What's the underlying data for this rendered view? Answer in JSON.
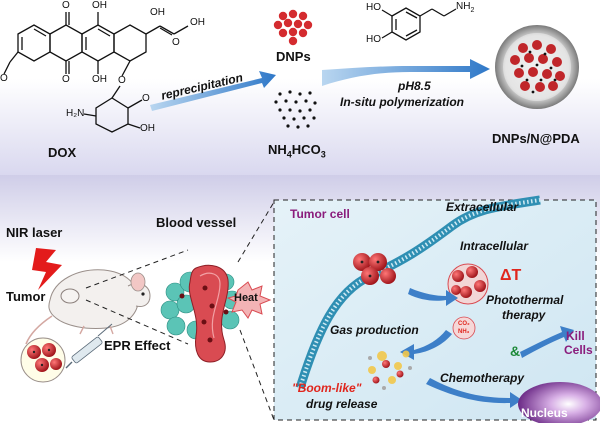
{
  "top": {
    "dox": "DOX",
    "reprecipitation": "reprecipitation",
    "dnps": "DNPs",
    "nh4hco3_main": "NH",
    "nh4hco3_sub1": "4",
    "nh4hco3_mid": "HCO",
    "nh4hco3_sub2": "3",
    "ph": "pH8.5",
    "insitu": "In-situ polymerization",
    "product": "DNPs/N@PDA",
    "ho1": "HO",
    "ho2": "HO",
    "nh2": "NH",
    "nh2_sub": "2"
  },
  "dox_structure": {
    "oh_top1": "O",
    "oh_top2": "OH",
    "oh_right": "OH",
    "oh_far": "OH",
    "o_ketone": "O",
    "o_bottom": "O",
    "oh_bottom": "OH",
    "o_ring": "O",
    "h2n": "H₂N",
    "oh_sugar": "OH",
    "ome": "O",
    "o_mid": "O"
  },
  "bottom": {
    "nir": "NIR laser",
    "tumor": "Tumor",
    "blood_vessel": "Blood vessel",
    "epr": "EPR Effect",
    "heat": "Heat",
    "tumor_cell": "Tumor cell",
    "extracellular": "Extracellular",
    "intracellular": "Intracellular",
    "delta_t": "ΔT",
    "photothermal1": "Photothermal",
    "photothermal2": "therapy",
    "gas": "Gas production",
    "co2": "CO₂",
    "nh3": "NH₃",
    "amp": "&",
    "kill1": "Kill",
    "kill2": "Cells",
    "boom": "\"Boom-like\"",
    "drug_release": "drug release",
    "chemo": "Chemotherapy",
    "nucleus": "Nucleus"
  },
  "colors": {
    "arrow_blue": "#4a8fd6",
    "particle_red": "#c0262a",
    "membrane": "#5fa9c9",
    "panel_bg": "#d8ecf5",
    "vessel": "#d94b52",
    "title_purple": "#8a1c7c"
  }
}
